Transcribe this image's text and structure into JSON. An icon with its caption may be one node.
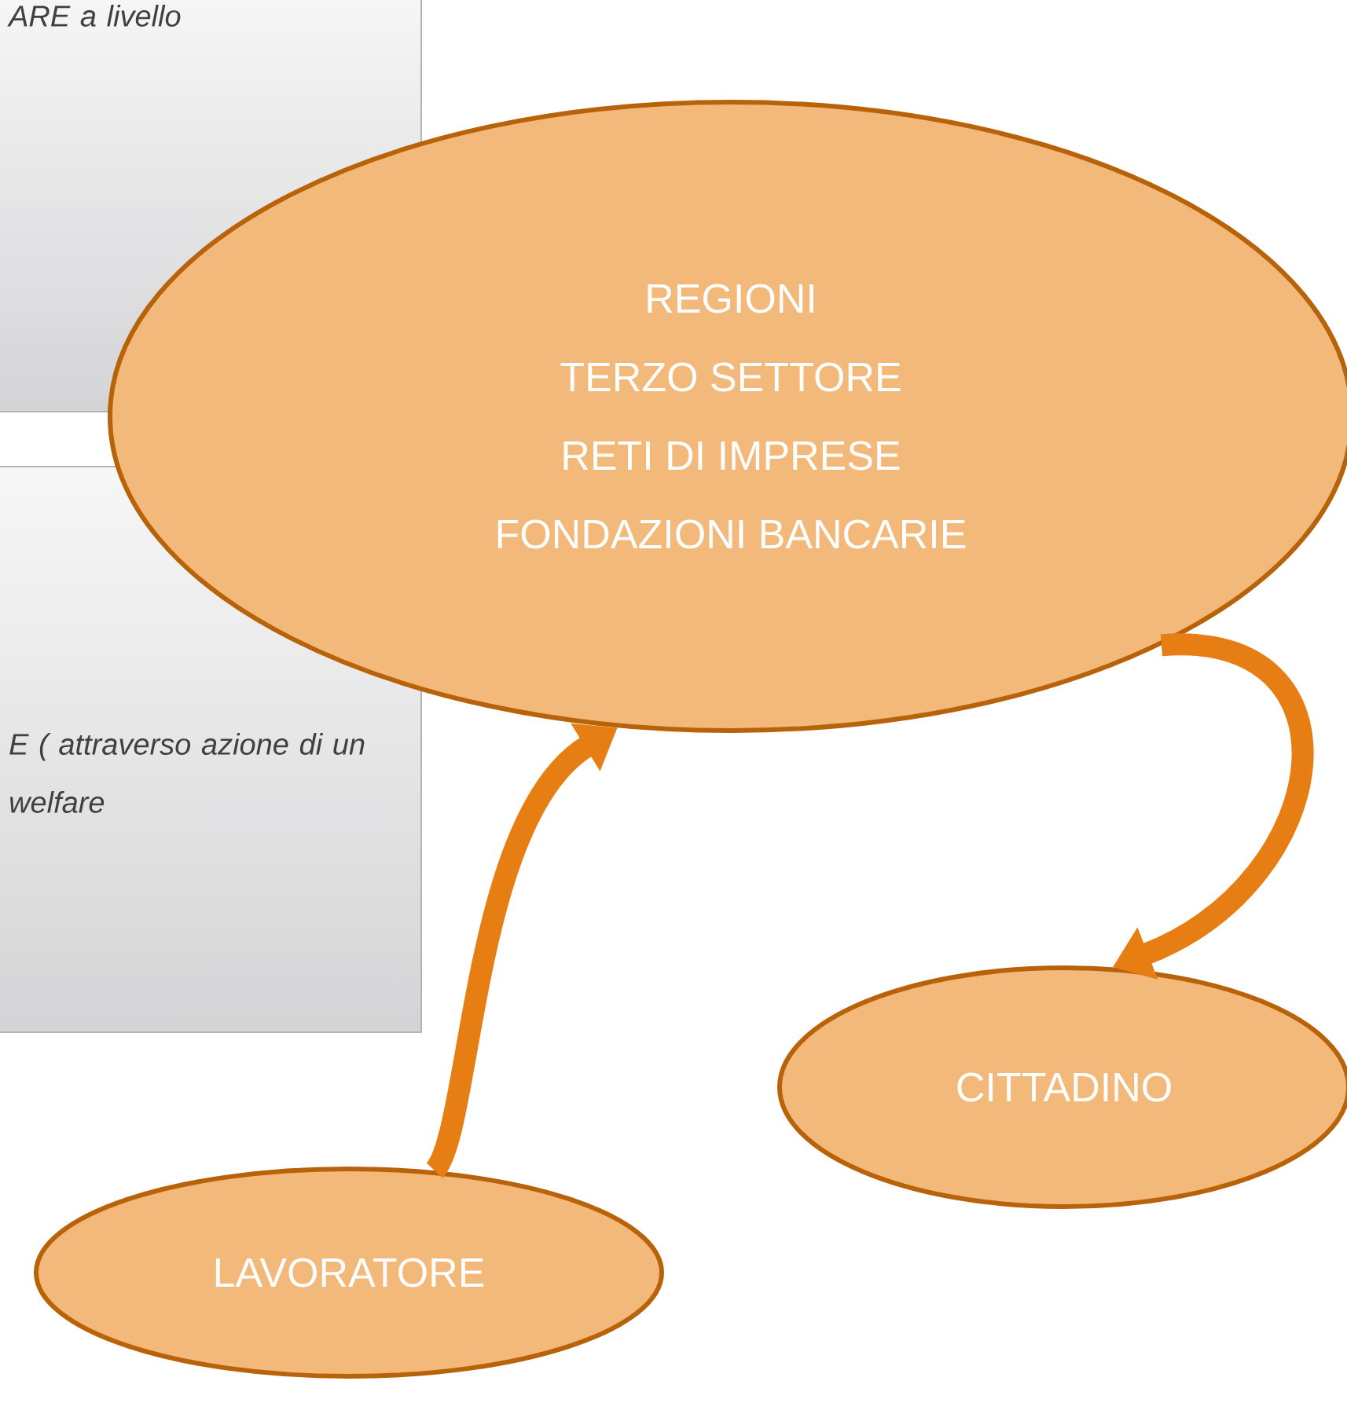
{
  "diagram": {
    "nodes": [
      {
        "text": [
          "ARE a livello"
        ]
      },
      {
        "text": [
          "E ( attraverso azione di un welfare"
        ]
      },
      {
        "text": [
          "REGIONI",
          "TERZO SETTORE",
          "RETI DI IMPRESE",
          "FONDAZIONI BANCARIE"
        ]
      },
      {
        "text": [
          "CITTADINO"
        ]
      },
      {
        "text": [
          "LAVORATORE"
        ]
      }
    ],
    "edges": [
      {
        "from": 2,
        "to": 3,
        "arrow": "to"
      },
      {
        "from": 4,
        "to": 2,
        "arrow": "to"
      }
    ]
  }
}
